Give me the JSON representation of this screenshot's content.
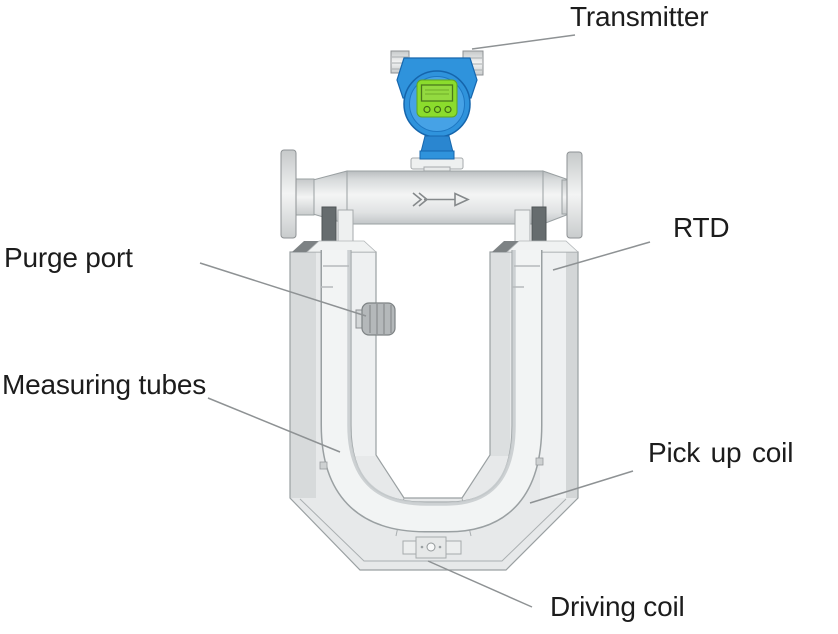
{
  "figure": {
    "type": "labeled-diagram",
    "background": "#ffffff"
  },
  "labels": {
    "transmitter": "Transmitter",
    "rtd": "RTD",
    "purge_port": "Purge port",
    "measuring_tubes": "Measuring tubes",
    "pick_up_coil": "Pick up coil",
    "driving_coil": "Driving coil"
  },
  "icons": [
    {
      "name": "flow-direction-arrow-icon",
      "glyph": "→"
    }
  ],
  "colors": {
    "transmitter_blue": "#2f93dc",
    "transmitter_blue_dark": "#1767ae",
    "display_green": "#8bdc2c",
    "lcd_green": "#93da40",
    "metal_light": "#f2f4f4",
    "metal_mid": "#d9dcdd",
    "metal_dark": "#7d8284",
    "outline_grey": "#9aa0a2",
    "leader_line_grey": "#8e9294",
    "label_text": "#1c1c1c"
  }
}
